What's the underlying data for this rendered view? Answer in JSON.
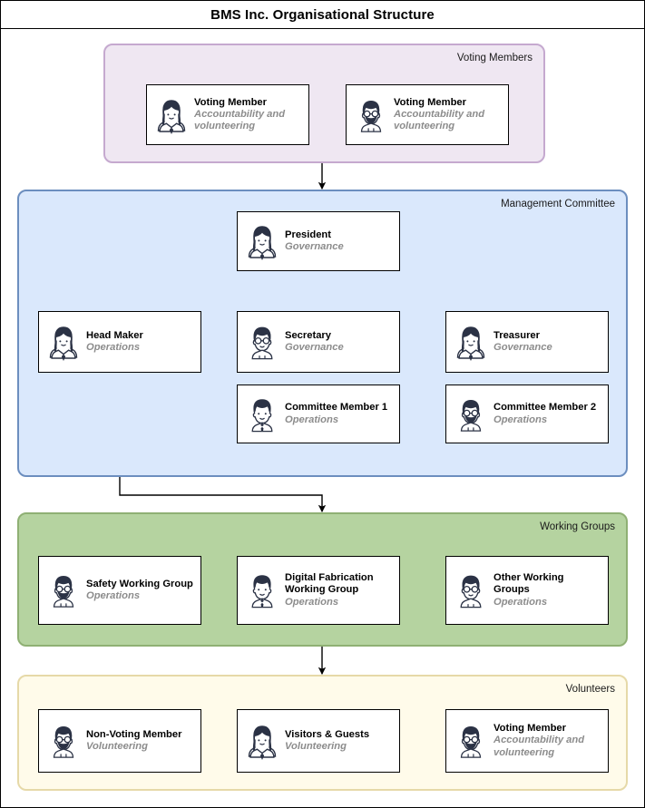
{
  "title": "BMS Inc. Organisational Structure",
  "colors": {
    "voting_members_fill": "#efe7f2",
    "voting_members_stroke": "#c5a9cf",
    "management_fill": "#dae8fc",
    "management_stroke": "#6c8ebf",
    "working_groups_fill": "#b5d3a0",
    "working_groups_stroke": "#8fb074",
    "volunteers_fill": "#fffbea",
    "volunteers_stroke": "#e6d9a8",
    "card_fill": "#ffffff",
    "card_stroke": "#000000",
    "role_text": "#8c8c8c",
    "name_text": "#000000",
    "edge": "#000000"
  },
  "groups": [
    {
      "id": "voting-members",
      "label": "Voting Members",
      "cards": [
        {
          "name": "Voting Member",
          "role": "Accountability and volunteering",
          "avatar": "woman-long-hair-avatar-icon"
        },
        {
          "name": "Voting Member",
          "role": "Accountability and volunteering",
          "avatar": "man-beard-glasses-avatar-icon"
        }
      ]
    },
    {
      "id": "management-committee",
      "label": "Management Committee",
      "cards": [
        {
          "name": "President",
          "role": "Governance",
          "avatar": "woman-long-hair-avatar-icon"
        },
        {
          "name": "Head Maker",
          "role": "Operations",
          "avatar": "woman-long-hair-avatar-icon"
        },
        {
          "name": "Secretary",
          "role": "Governance",
          "avatar": "man-glasses-avatar-icon"
        },
        {
          "name": "Treasurer",
          "role": "Governance",
          "avatar": "woman-long-hair-avatar-icon"
        },
        {
          "name": "Committee Member 1",
          "role": "Operations",
          "avatar": "man-tie-avatar-icon"
        },
        {
          "name": "Committee Member 2",
          "role": "Operations",
          "avatar": "man-beard-glasses-avatar-icon"
        }
      ]
    },
    {
      "id": "working-groups",
      "label": "Working Groups",
      "cards": [
        {
          "name": "Safety Working Group",
          "role": "Operations",
          "avatar": "man-beard-glasses-avatar-icon"
        },
        {
          "name": "Digital Fabrication Working Group",
          "role": "Operations",
          "avatar": "man-tie-avatar-icon"
        },
        {
          "name": "Other Working Groups",
          "role": "Operations",
          "avatar": "man-glasses-avatar-icon"
        }
      ]
    },
    {
      "id": "volunteers",
      "label": "Volunteers",
      "cards": [
        {
          "name": "Non-Voting Member",
          "role": "Volunteering",
          "avatar": "man-beard-glasses-avatar-icon"
        },
        {
          "name": "Visitors & Guests",
          "role": "Volunteering",
          "avatar": "woman-long-hair-avatar-icon"
        },
        {
          "name": "Voting Member",
          "role": "Accountability and volunteering",
          "avatar": "man-beard-glasses-avatar-icon"
        }
      ]
    }
  ]
}
